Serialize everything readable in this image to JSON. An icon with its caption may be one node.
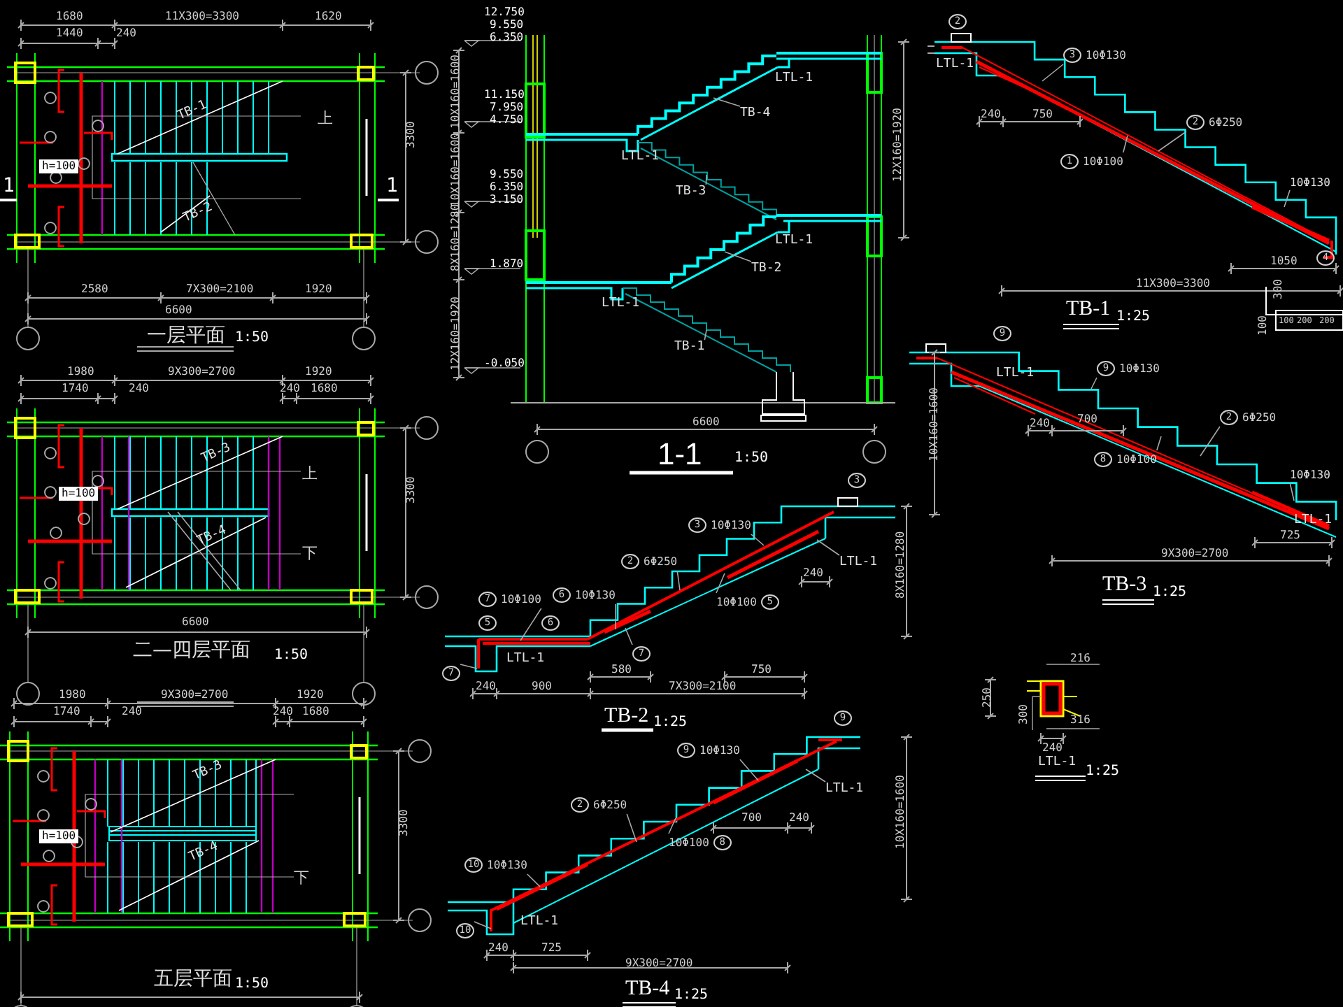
{
  "diagram": {
    "nodes": [
      {
        "text": [
          "TB-4"
        ]
      },
      {
        "text": [
          "TB-3"
        ]
      },
      {
        "text": [
          "TB-2"
        ]
      },
      {
        "text": [
          "TB-1"
        ]
      },
      {
        "text": [
          "3",
          "10Φ130"
        ]
      },
      {
        "text": [
          "2",
          "6Φ250"
        ]
      },
      {
        "text": [
          "1",
          "10Φ100"
        ]
      },
      {
        "text": [
          "10Φ130"
        ]
      },
      {
        "text": [
          "9",
          "10Φ130"
        ]
      },
      {
        "text": [
          "2",
          "6Φ250"
        ]
      },
      {
        "text": [
          "8",
          "10Φ100"
        ]
      },
      {
        "text": [
          "10Φ130"
        ]
      },
      {
        "text": [
          "3",
          "10Φ130"
        ]
      },
      {
        "text": [
          "2",
          "6Φ250"
        ]
      },
      {
        "text": [
          "10Φ100",
          "5"
        ]
      },
      {
        "text": [
          "7",
          "10Φ100"
        ]
      },
      {
        "text": [
          "6",
          "10Φ130"
        ]
      },
      {
        "text": [
          "LTL-1"
        ]
      },
      {
        "text": [
          "9",
          "10Φ130"
        ]
      },
      {
        "text": [
          "2",
          "6Φ250"
        ]
      },
      {
        "text": [
          "10Φ100",
          "8"
        ]
      },
      {
        "text": [
          "10",
          "10Φ130"
        ]
      },
      {
        "text": [
          "LTL-1"
        ]
      },
      {
        "text": [
          "2"
        ]
      },
      {
        "text": [
          "4"
        ]
      },
      {
        "text": [
          "9"
        ]
      },
      {
        "text": [
          "3"
        ]
      },
      {
        "text": [
          "5"
        ]
      },
      {
        "text": [
          "6"
        ]
      },
      {
        "text": [
          "7"
        ]
      },
      {
        "text": [
          "7"
        ]
      },
      {
        "text": [
          "9"
        ]
      },
      {
        "text": [
          "10"
        ]
      }
    ],
    "edges": [
      {
        "from": 0,
        "to": null,
        "arrow": "none"
      },
      {
        "from": 1,
        "to": null,
        "arrow": "none"
      },
      {
        "from": 2,
        "to": null,
        "arrow": "none"
      },
      {
        "from": 3,
        "to": null,
        "arrow": "none"
      },
      {
        "from": 4,
        "to": null,
        "arrow": "none"
      },
      {
        "from": 5,
        "to": null,
        "arrow": "none"
      },
      {
        "from": 6,
        "to": null,
        "arrow": "none"
      },
      {
        "from": 7,
        "to": null,
        "arrow": "none"
      },
      {
        "from": 8,
        "to": null,
        "arrow": "none"
      },
      {
        "from": 9,
        "to": null,
        "arrow": "none"
      },
      {
        "from": 10,
        "to": null,
        "arrow": "none"
      },
      {
        "from": 11,
        "to": null,
        "arrow": "none"
      },
      {
        "from": 12,
        "to": null,
        "arrow": "none"
      },
      {
        "from": 13,
        "to": null,
        "arrow": "none"
      },
      {
        "from": 14,
        "to": null,
        "arrow": "none"
      },
      {
        "from": 15,
        "to": null,
        "arrow": "none"
      },
      {
        "from": 16,
        "to": null,
        "arrow": "none"
      },
      {
        "from": 17,
        "to": null,
        "arrow": "none"
      },
      {
        "from": 18,
        "to": null,
        "arrow": "none"
      },
      {
        "from": 19,
        "to": null,
        "arrow": "none"
      },
      {
        "from": 20,
        "to": null,
        "arrow": "none"
      },
      {
        "from": 21,
        "to": null,
        "arrow": "none"
      },
      {
        "from": 22,
        "to": null,
        "arrow": "none"
      },
      {
        "from": 29,
        "to": null,
        "arrow": "none"
      },
      {
        "from": 30,
        "to": null,
        "arrow": "none"
      },
      {
        "from": 32,
        "to": null,
        "arrow": "none"
      }
    ],
    "labels": [
      "1680",
      "11X300=3300",
      "1620",
      "1440",
      "240",
      "上",
      "TB-1",
      "TB-2",
      "h=100",
      "3300",
      "1",
      "1",
      "2580",
      "7X300=2100",
      "1920",
      "6600",
      "一层平面",
      "1:50",
      "1980",
      "9X300=2700",
      "1920",
      "1740",
      "240",
      "240",
      "1680",
      "上",
      "下",
      "TB-3",
      "TB-4",
      "h=100",
      "3300",
      "6600",
      "二—四层平面",
      "1:50",
      "1980",
      "9X300=2700",
      "1920",
      "1740",
      "240",
      "240",
      "1680",
      "TB-3",
      "TB-4",
      "h=100",
      "下",
      "3300",
      "五层平面",
      "1:50",
      "12.750",
      "9.550",
      "6.350",
      "11.150",
      "7.950",
      "4.750",
      "9.550",
      "6.350",
      "3.150",
      "1.870",
      "-0.050",
      "10X160=1600",
      "10X160=1600",
      "8X160=1280",
      "12X160=1920",
      "12X160=1920",
      "LTL-1",
      "LTL-1",
      "LTL-1",
      "LTL-1",
      "6600",
      "1-1",
      "1:50",
      "LTL-1",
      "240",
      "750",
      "1050",
      "11X300=3300",
      "300",
      "100",
      "100",
      "200",
      "200",
      "TB-1",
      "1:25",
      "LTL-1",
      "240",
      "700",
      "10X160=1600",
      "725",
      "LTL-1",
      "9X300=2700",
      "TB-3",
      "1:25",
      "240",
      "580",
      "750",
      "240",
      "900",
      "7X300=2100",
      "8X160=1280",
      "LTL-1",
      "TB-2",
      "1:25",
      "700",
      "240",
      "LTL-1",
      "240",
      "725",
      "9X300=2700",
      "10X160=1600",
      "TB-4",
      "1:25",
      "216",
      "316",
      "240",
      "250",
      "300",
      "LTL-1",
      "1:25"
    ]
  }
}
